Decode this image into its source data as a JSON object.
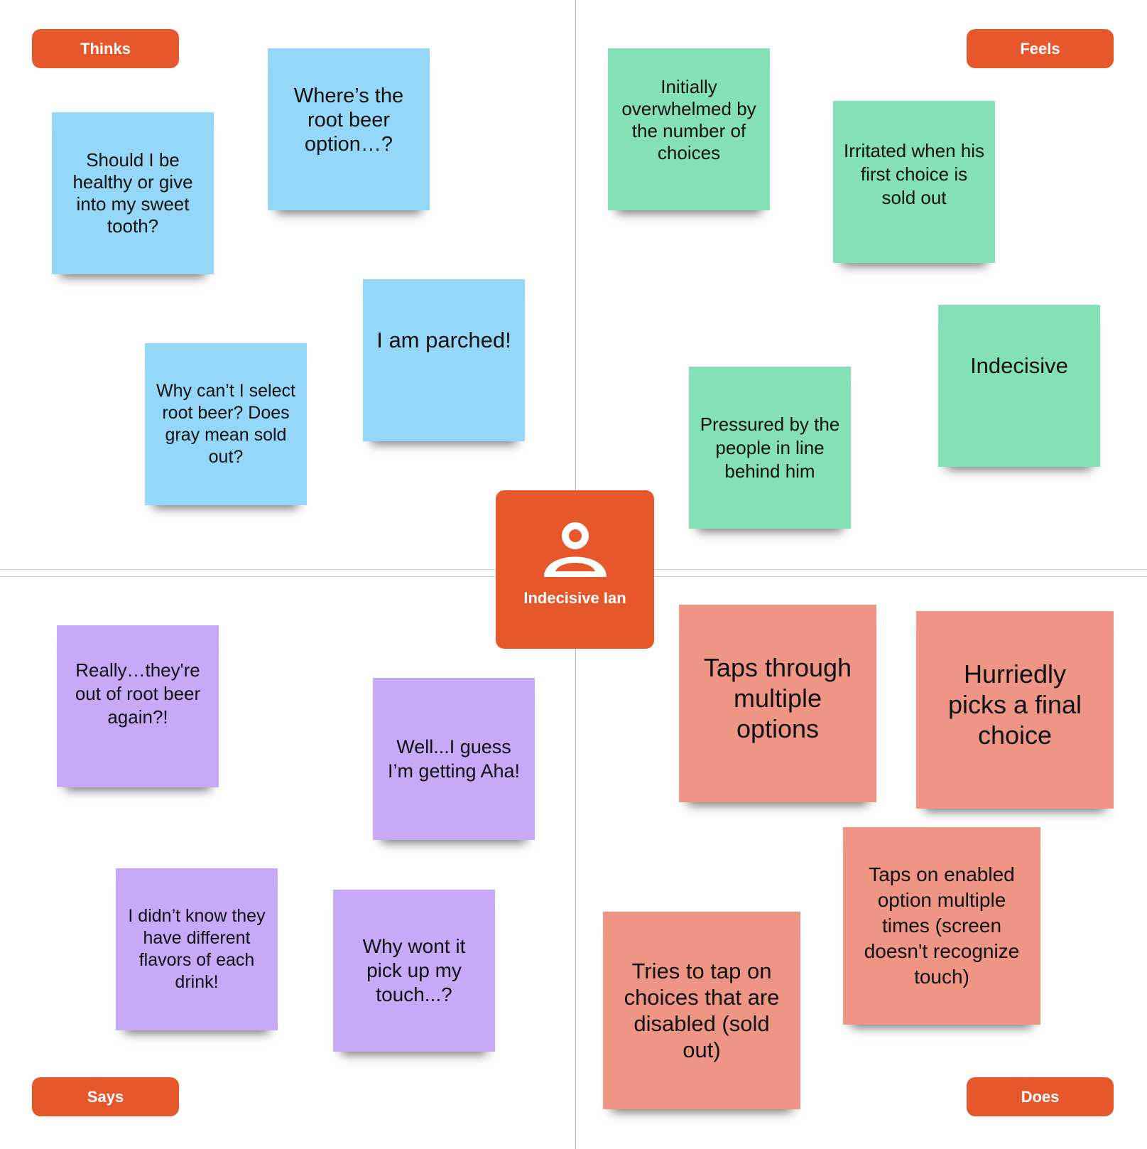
{
  "quadrants": {
    "thinks": "Thinks",
    "feels": "Feels",
    "says": "Says",
    "does": "Does"
  },
  "persona": {
    "icon": "person-icon",
    "name": "Indecisive Ian"
  },
  "colors": {
    "accent": "#e6582b",
    "thinks_note": "#94d7f8",
    "feels_note": "#84e0b5",
    "says_note": "#c7a9f7",
    "does_note": "#ee9585"
  },
  "notes": {
    "thinks": [
      "Should I be healthy or give into my sweet tooth?",
      "Where’s the root beer option…?",
      "Why can’t I select root beer? Does gray mean sold out?",
      "I am parched!"
    ],
    "feels": [
      "Initially overwhelmed by the number of choices",
      "Irritated when his first choice is sold out",
      "Pressured by the people in line behind him",
      "Indecisive"
    ],
    "says": [
      "Really…they're out of root beer again?!",
      "Well...I guess I’m getting Aha!",
      "I didn’t know they have different flavors of each drink!",
      "Why wont it pick up my touch...?"
    ],
    "does": [
      "Taps through multiple options",
      "Hurriedly picks a final choice",
      "Tries to tap on choices that are disabled (sold out)",
      "Taps on enabled option multiple times (screen doesn't recognize touch)"
    ]
  }
}
